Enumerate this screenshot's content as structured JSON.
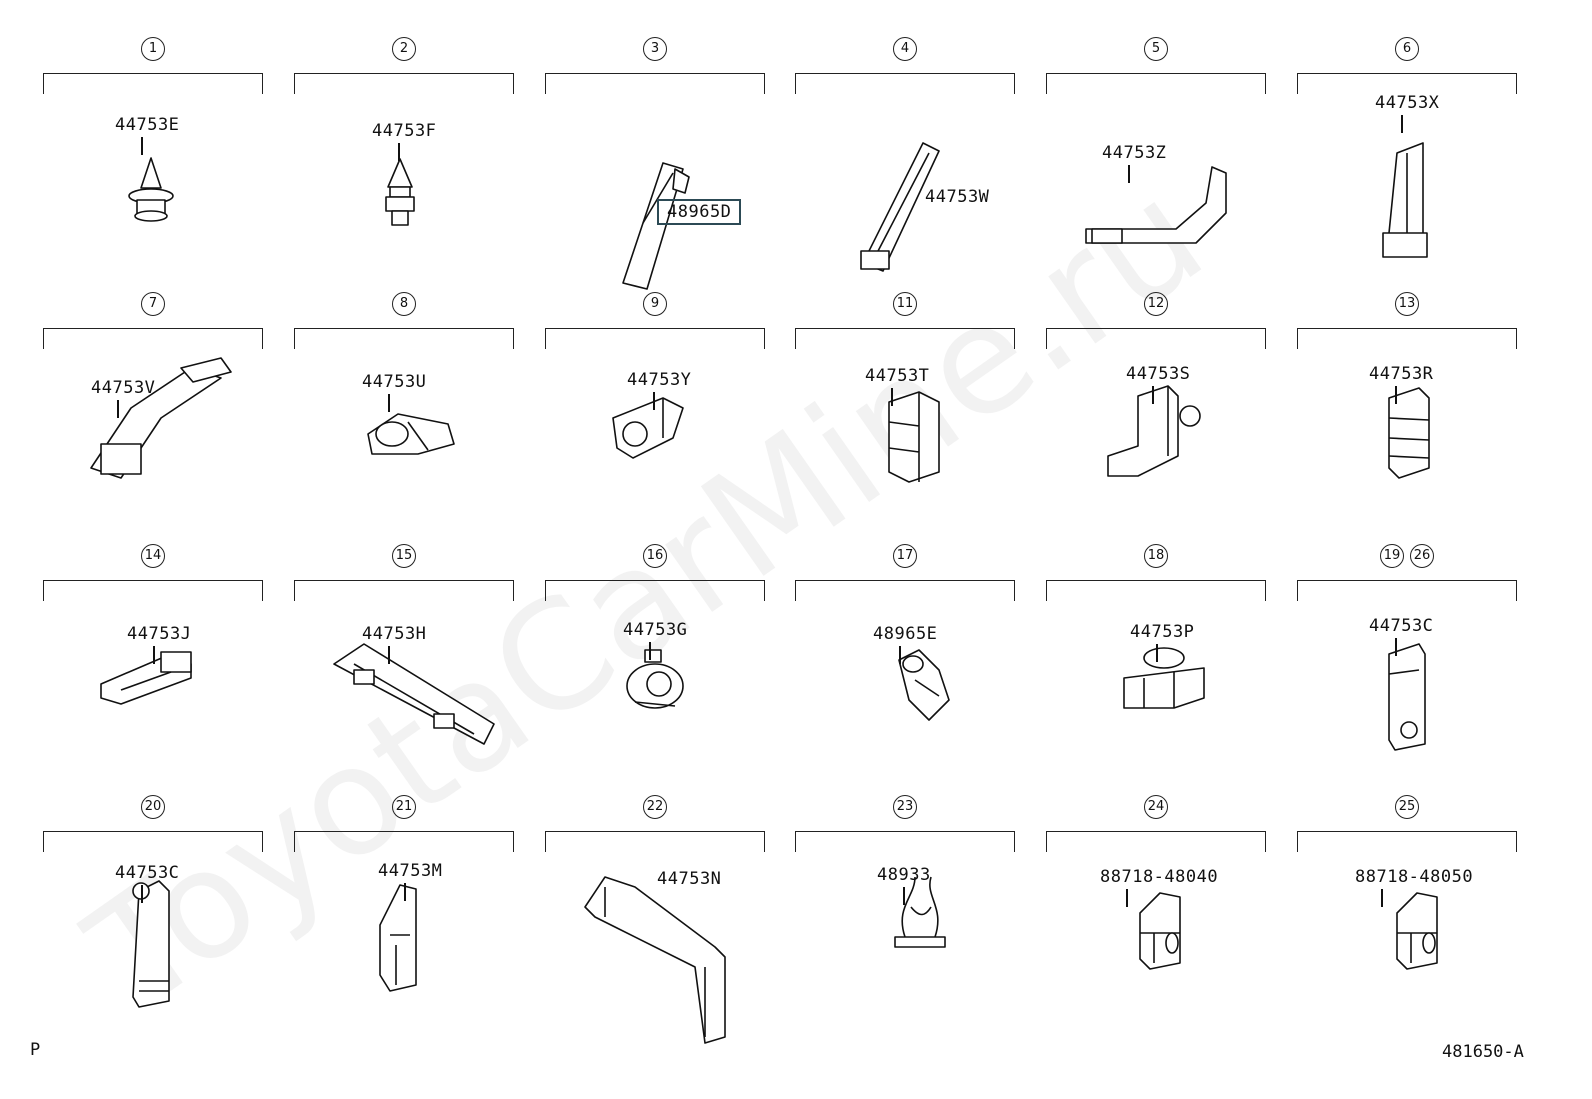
{
  "watermark": "ToyotaCarMine.ru",
  "corner_left": "P",
  "corner_right": "481650-A",
  "cells": [
    {
      "ids": [
        "1"
      ],
      "part_no": "44753E"
    },
    {
      "ids": [
        "2"
      ],
      "part_no": "44753F"
    },
    {
      "ids": [
        "3"
      ],
      "part_no": "48965D",
      "highlight": true
    },
    {
      "ids": [
        "4"
      ],
      "part_no": "44753W"
    },
    {
      "ids": [
        "5"
      ],
      "part_no": "44753Z"
    },
    {
      "ids": [
        "6"
      ],
      "part_no": "44753X"
    },
    {
      "ids": [
        "7"
      ],
      "part_no": "44753V"
    },
    {
      "ids": [
        "8"
      ],
      "part_no": "44753U"
    },
    {
      "ids": [
        "9"
      ],
      "part_no": "44753Y"
    },
    {
      "ids": [
        "11"
      ],
      "part_no": "44753T"
    },
    {
      "ids": [
        "12"
      ],
      "part_no": "44753S"
    },
    {
      "ids": [
        "13"
      ],
      "part_no": "44753R"
    },
    {
      "ids": [
        "14"
      ],
      "part_no": "44753J"
    },
    {
      "ids": [
        "15"
      ],
      "part_no": "44753H"
    },
    {
      "ids": [
        "16"
      ],
      "part_no": "44753G"
    },
    {
      "ids": [
        "17"
      ],
      "part_no": "48965E"
    },
    {
      "ids": [
        "18"
      ],
      "part_no": "44753P"
    },
    {
      "ids": [
        "19",
        "26"
      ],
      "part_no": "44753C"
    },
    {
      "ids": [
        "20"
      ],
      "part_no": "44753C"
    },
    {
      "ids": [
        "21"
      ],
      "part_no": "44753M"
    },
    {
      "ids": [
        "22"
      ],
      "part_no": "44753N"
    },
    {
      "ids": [
        "23"
      ],
      "part_no": "48933"
    },
    {
      "ids": [
        "24"
      ],
      "part_no": "88718-48040"
    },
    {
      "ids": [
        "25"
      ],
      "part_no": "88718-48050"
    }
  ],
  "highlight_color": "#2c4a55"
}
